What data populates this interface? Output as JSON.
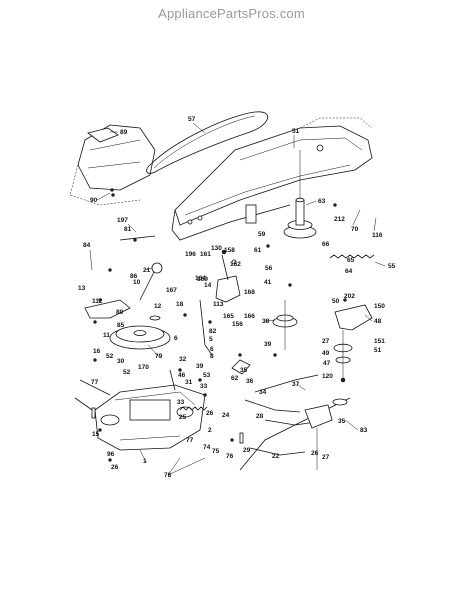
{
  "header": {
    "site_title": "AppliancePartsPros.com"
  },
  "callouts": {
    "c57": "57",
    "c89": "89",
    "c90": "90",
    "c51a": "51",
    "c63": "63",
    "c212": "212",
    "c70": "70",
    "c116": "116",
    "c59": "59",
    "c61": "61",
    "c66": "66",
    "c55": "55",
    "c197": "197",
    "c81": "81",
    "c84": "84",
    "c86": "86",
    "c21": "21",
    "c169": "169",
    "c196": "196",
    "c161": "161",
    "c130": "130",
    "c158": "158",
    "c162": "162",
    "c164": "164",
    "c14": "14",
    "c168": "168",
    "c56": "56",
    "c65": "65",
    "c64": "64",
    "c41": "41",
    "c13": "13",
    "c112": "112",
    "c80": "80",
    "c85": "85",
    "c11": "11",
    "c10": "10",
    "c167": "167",
    "c12": "12",
    "c113": "113",
    "c18": "18",
    "c166": "166",
    "c165": "165",
    "c156": "156",
    "c6": "6",
    "c5": "5",
    "c6b": "6",
    "c82": "82",
    "c38": "38",
    "c50": "50",
    "c202": "202",
    "c150": "150",
    "c48": "48",
    "c27a": "27",
    "c151": "151",
    "c51b": "51",
    "c49": "49",
    "c47": "47",
    "c120": "120",
    "c79": "79",
    "c16": "16",
    "c52": "52",
    "c30": "30",
    "c170": "170",
    "c32": "32",
    "c39a": "39",
    "c53": "53",
    "c46": "46",
    "c77a": "77",
    "c52b": "52",
    "c31": "31",
    "c33": "33",
    "c8": "8",
    "c62": "62",
    "c35a": "35",
    "c34": "34",
    "c36": "36",
    "c37": "37",
    "c39b": "39",
    "c33b": "33",
    "c25": "25",
    "c28": "28",
    "c26a": "26",
    "c2": "2",
    "c24": "24",
    "c35b": "35",
    "c83": "83",
    "c15": "15",
    "c77b": "77",
    "c74": "74",
    "c29": "29",
    "c96": "96",
    "c1": "1",
    "c75": "75",
    "c76": "76",
    "c22": "22",
    "c26b": "26",
    "c27b": "27",
    "c78": "78",
    "c26c": "26"
  }
}
